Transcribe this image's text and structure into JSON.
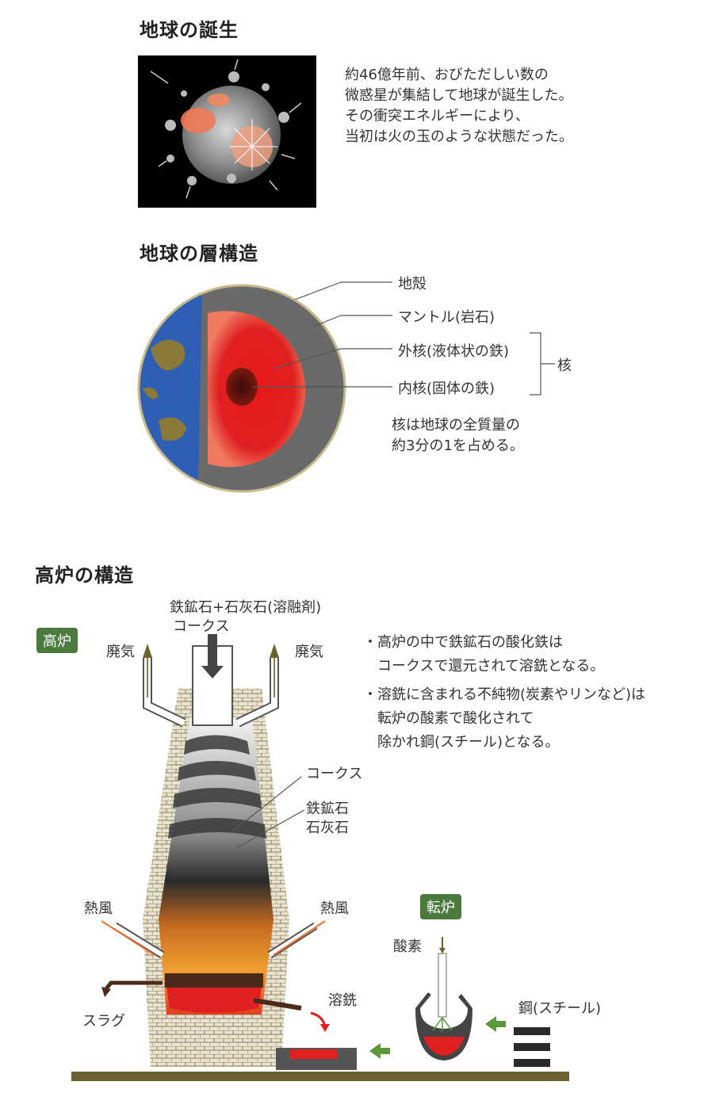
{
  "birth": {
    "title": "地球の誕生",
    "text_lines": [
      "約46億年前、おびただしい数の",
      "微惑星が集結して地球が誕生した。",
      "その衝突エネルギーにより、",
      "当初は火の玉のような状態だった。"
    ]
  },
  "layers": {
    "title": "地球の層構造",
    "labels": {
      "crust": "地殻",
      "mantle": "マントル(岩石)",
      "outer_core": "外核(液体状の鉄)",
      "inner_core": "内核(固体の鉄)",
      "core": "核"
    },
    "note_lines": [
      "核は地球の全質量の",
      "約3分の1を占める。"
    ]
  },
  "furnace": {
    "title": "高炉の構造",
    "tag_blast": "高炉",
    "tag_converter": "転炉",
    "input_top": "鉄鉱石+石灰石(溶融剤)",
    "input_coke": "コークス",
    "exhaust_left": "廃気",
    "exhaust_right": "廃気",
    "label_coke": "コークス",
    "label_ore": "鉄鉱石",
    "label_lime": "石灰石",
    "hot_air_left": "熱風",
    "hot_air_right": "熱風",
    "slag": "スラグ",
    "molten_iron": "溶銑",
    "oxygen": "酸素",
    "steel": "鋼(スチール)",
    "notes": [
      "・高炉の中で鉄鉱石の酸化鉄は",
      "　コークスで還元されて溶銑となる。",
      "・溶銑に含まれる不純物(炭素やリンなど)は",
      "　転炉の酸素で酸化されて",
      "　除かれ鋼(スチール)となる。"
    ]
  },
  "colors": {
    "accent_green": "#4a7a3c",
    "arrow_green": "#5a9a3a",
    "molten_red": "#e02020",
    "ocean_blue": "#2f5fb5",
    "mantle_gray": "#6a6a6a"
  }
}
